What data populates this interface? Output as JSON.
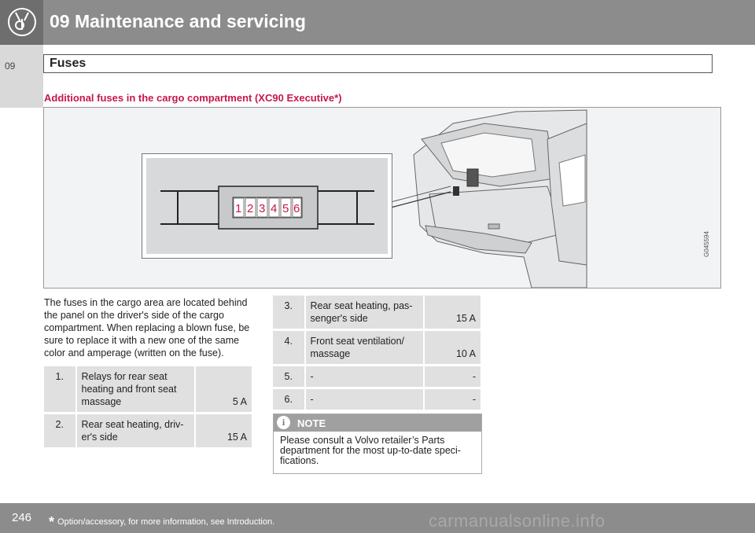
{
  "header": {
    "title": "09 Maintenance and servicing"
  },
  "side_tab": {
    "label": "09"
  },
  "section": {
    "title": "Fuses"
  },
  "subheading": "Additional fuses in the cargo compartment (XC90 Executive*)",
  "illustration": {
    "fuse_numbers": [
      "1",
      "2",
      "3",
      "4",
      "5",
      "6"
    ],
    "image_code": "G045594"
  },
  "body_text": "The fuses in the cargo area are located behind the panel on the driver's side of the cargo compartment. When replacing a blown fuse, be sure to replace it with a new one of the same color and amperage (written on the fuse).",
  "fuse_table_left": [
    {
      "num": "1.",
      "desc": "Relays for rear seat heating and front seat massage",
      "amp": "5 A"
    },
    {
      "num": "2.",
      "desc": "Rear seat heating, driv-er's side",
      "amp": "15 A"
    }
  ],
  "fuse_table_right": [
    {
      "num": "3.",
      "desc": "Rear seat heating, pas-senger's side",
      "amp": "15 A"
    },
    {
      "num": "4.",
      "desc": "Front seat ventilation/ massage",
      "amp": "10 A"
    },
    {
      "num": "5.",
      "desc": "-",
      "amp": "-"
    },
    {
      "num": "6.",
      "desc": "-",
      "amp": "-"
    }
  ],
  "note": {
    "icon": "info-icon",
    "title": "NOTE",
    "text": "Please consult a Volvo retailer’s Parts department for the most up-to-date speci-fications."
  },
  "footer": {
    "page_number": "246",
    "footnote_star": "*",
    "footnote": "Option/accessory, for more information, see Introduction."
  },
  "watermark": "carmanualsonline.info",
  "colors": {
    "accent": "#c6184b",
    "header_gray": "#8c8c8c",
    "table_gray": "#e0e0e0"
  }
}
